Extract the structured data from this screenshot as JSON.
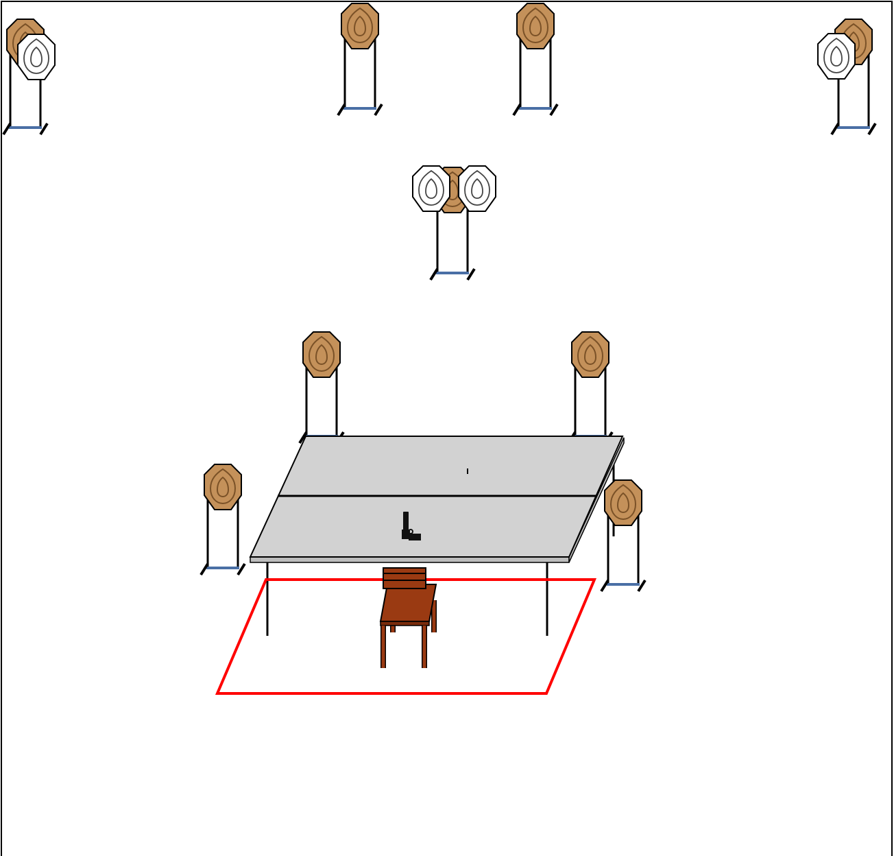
{
  "diagram": {
    "kind": "shooting stage layout",
    "border": true,
    "colors": {
      "target_tan": "#c4915a",
      "target_white": "#ffffff",
      "outline": "#000000",
      "stand_base": "#4a6fa5",
      "table_top": "#d2d2d2",
      "chair": "#9a3a12",
      "shooting_box": "#ff0000"
    },
    "targets": [
      {
        "id": "t1",
        "type": "tan",
        "group": "top-left"
      },
      {
        "id": "t1w",
        "type": "white",
        "group": "top-left"
      },
      {
        "id": "t2",
        "type": "tan",
        "group": "top-center-left"
      },
      {
        "id": "t3",
        "type": "tan",
        "group": "top-center-right"
      },
      {
        "id": "t4",
        "type": "tan",
        "group": "top-right"
      },
      {
        "id": "t4w",
        "type": "white",
        "group": "top-right"
      },
      {
        "id": "t5",
        "type": "tan",
        "group": "middle"
      },
      {
        "id": "t5a",
        "type": "white",
        "group": "middle"
      },
      {
        "id": "t5b",
        "type": "white",
        "group": "middle"
      },
      {
        "id": "t6",
        "type": "tan",
        "group": "behind-table-left"
      },
      {
        "id": "t7",
        "type": "tan",
        "group": "behind-table-right"
      },
      {
        "id": "t8",
        "type": "tan",
        "group": "left-of-table"
      },
      {
        "id": "t9",
        "type": "tan",
        "group": "right-of-table"
      }
    ],
    "props": [
      "table",
      "pistol",
      "chair",
      "shooting-box"
    ]
  }
}
